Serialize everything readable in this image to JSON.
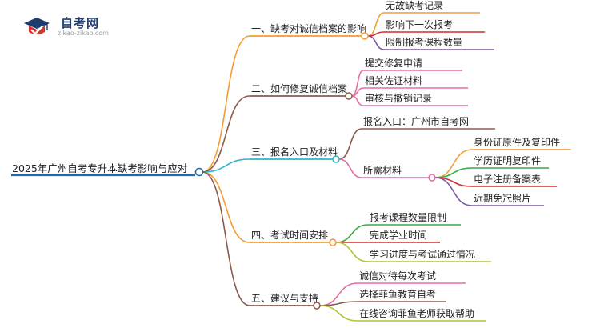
{
  "logo": {
    "name": "自考网",
    "url": "zikao-zikao.com",
    "icon": "graduation-cap-check-icon"
  },
  "root": {
    "label": "2025年广州自考专升本缺考影响与应对"
  },
  "branches": [
    {
      "label": "一、缺考对诚信档案的影响",
      "color": "#f39c2f",
      "children": [
        {
          "label": "无故缺考记录",
          "color": "#f39c2f"
        },
        {
          "label": "影响下一次报考",
          "color": "#d32f2f"
        },
        {
          "label": "限制报考课程数量",
          "color": "#7b57a8"
        }
      ]
    },
    {
      "label": "二、如何修复诚信档案",
      "color": "#8d5a4d",
      "children": [
        {
          "label": "提交修复申请",
          "color": "#e56ba5"
        },
        {
          "label": "相关佐证材料",
          "color": "#e56ba5"
        },
        {
          "label": "审核与撤销记录",
          "color": "#e56ba5"
        }
      ]
    },
    {
      "label": "三、报名入口及材料",
      "color": "#28b6c8",
      "children": [
        {
          "label": "报名入口：广州市自考网",
          "color": "#8d5a4d"
        },
        {
          "label": "所需材料",
          "color": "#e56ba5",
          "children": [
            {
              "label": "身份证原件及复印件",
              "color": "#f39c2f"
            },
            {
              "label": "学历证明复印件",
              "color": "#3aa845"
            },
            {
              "label": "电子注册备案表",
              "color": "#d32f2f"
            },
            {
              "label": "近期免冠照片",
              "color": "#7b57a8"
            }
          ]
        }
      ]
    },
    {
      "label": "四、考试时间安排",
      "color": "#f39c2f",
      "children": [
        {
          "label": "报考课程数量限制",
          "color": "#3aa845"
        },
        {
          "label": "完成学业时间",
          "color": "#d32f2f"
        },
        {
          "label": "学习进度与考试通过情况",
          "color": "#b4c234"
        }
      ]
    },
    {
      "label": "五、建议与支持",
      "color": "#8d5a4d",
      "children": [
        {
          "label": "诚信对待每次考试",
          "color": "#e56ba5"
        },
        {
          "label": "选择菲鱼教育自考",
          "color": "#8d5a4d"
        },
        {
          "label": "在线咨询菲鱼老师获取帮助",
          "color": "#b4c234"
        }
      ]
    }
  ]
}
